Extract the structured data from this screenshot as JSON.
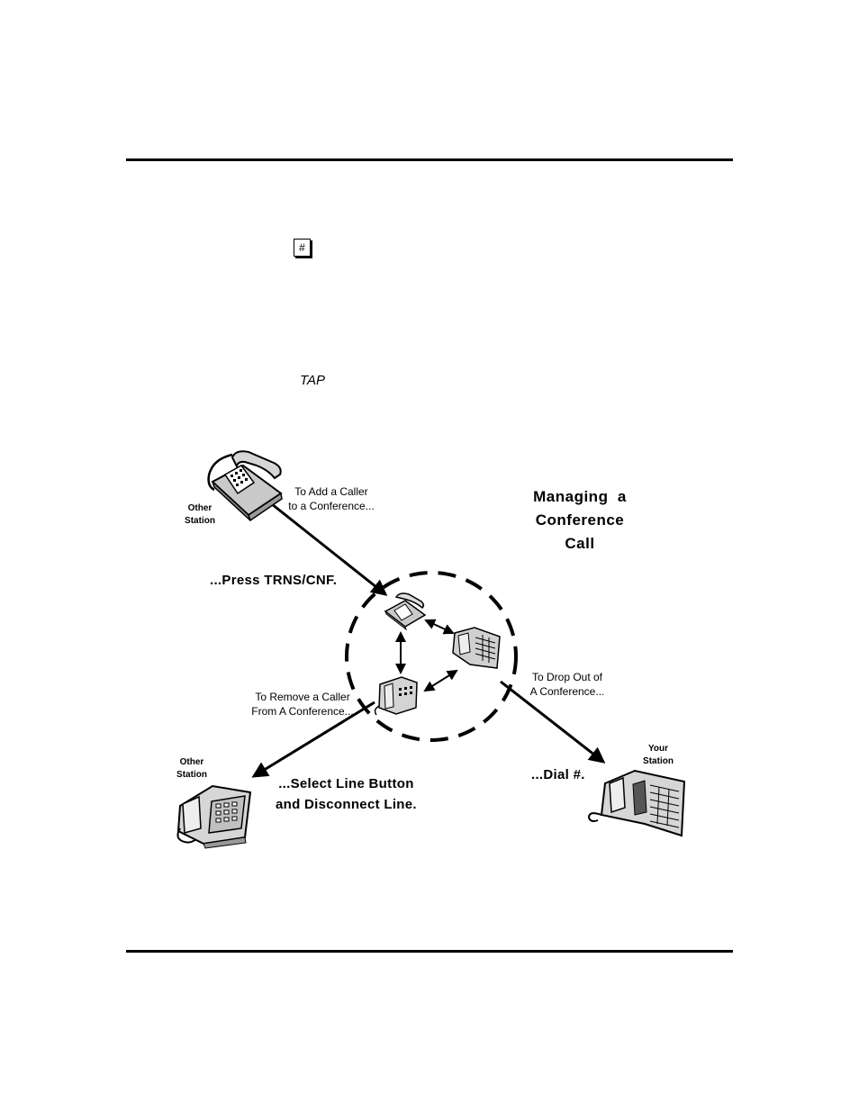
{
  "key_label": "#",
  "tap_text": "TAP",
  "diagram": {
    "title_line1": "Managing  a",
    "title_line2": "Conference",
    "title_line3": "Call",
    "other_station_top": {
      "line1": "Other",
      "line2": "Station"
    },
    "other_station_bottom": {
      "line1": "Other",
      "line2": "Station"
    },
    "your_station": {
      "line1": "Your",
      "line2": "Station"
    },
    "add_caller": {
      "line1": "To Add a Caller",
      "line2": "to a Conference..."
    },
    "remove_caller": {
      "line1": "To Remove a Caller",
      "line2": "From A Conference..."
    },
    "drop_out": {
      "line1": "To Drop Out of",
      "line2": "A Conference..."
    },
    "press_trns": "...Press TRNS/CNF.",
    "select_line": {
      "line1": "...Select Line Button",
      "line2": "and Disconnect Line."
    },
    "dial_hash": "...Dial #."
  }
}
